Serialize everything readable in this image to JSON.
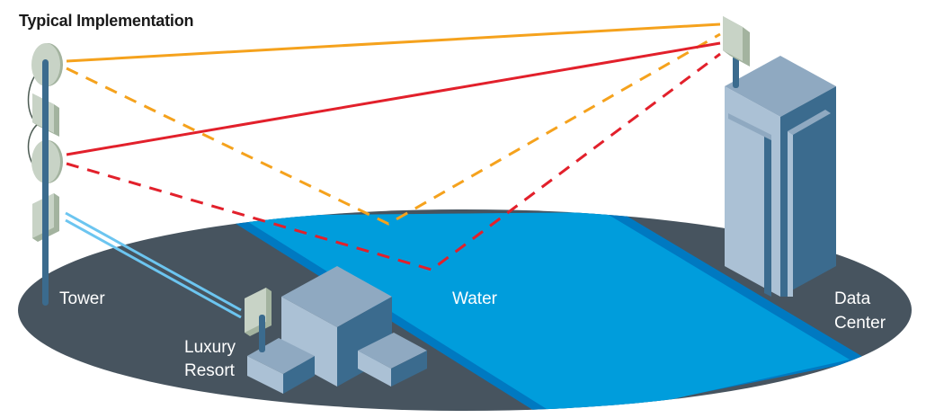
{
  "title": "Typical Implementation",
  "labels": {
    "tower": "Tower",
    "water": "Water",
    "resort_line1": "Luxury",
    "resort_line2": "Resort",
    "datacenter_line1": "Data",
    "datacenter_line2": "Center"
  },
  "colors": {
    "ground": "#47545F",
    "water": "#009DDC",
    "water_edge": "#0079C1",
    "building_light": "#ABC1D5",
    "building_top": "#8FA9C1",
    "building_dark": "#3B6B8E",
    "antenna": "#C8D3C6",
    "antenna_side": "#A3B39F",
    "pole": "#3B6B8E",
    "link_orange": "#F5A21D",
    "link_red": "#E2202B",
    "link_blue": "#6CC5F0"
  },
  "links": [
    {
      "from": "tower-dish-top",
      "to": "datacenter-antenna",
      "color": "orange",
      "style": "solid"
    },
    {
      "from": "tower-dish-top",
      "to": "datacenter-antenna",
      "color": "orange",
      "style": "dashed",
      "via": "water-reflection"
    },
    {
      "from": "tower-dish-bottom",
      "to": "datacenter-antenna",
      "color": "red",
      "style": "solid"
    },
    {
      "from": "tower-dish-bottom",
      "to": "datacenter-antenna",
      "color": "red",
      "style": "dashed",
      "via": "water-reflection"
    },
    {
      "from": "tower-panel",
      "to": "resort-antenna",
      "color": "blue",
      "style": "double"
    }
  ]
}
